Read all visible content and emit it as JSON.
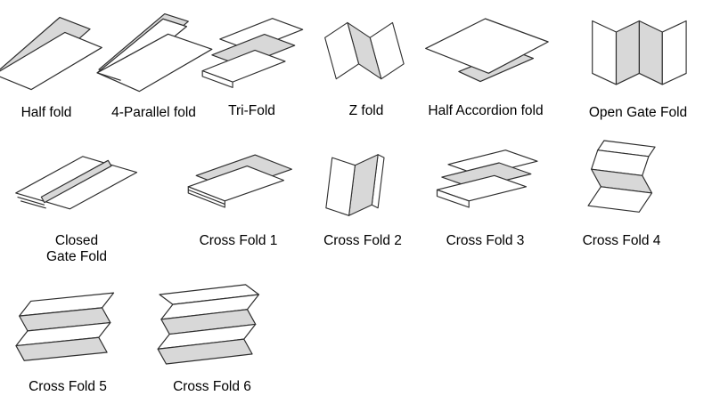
{
  "page": {
    "background": "#ffffff",
    "text_color": "#000000",
    "paper_fill": "#ffffff",
    "shade_fill": "#d8d8d8",
    "line_color": "#2f2f2f"
  },
  "diagram": {
    "rows": [
      {
        "items": [
          {
            "label": "Half fold",
            "icon": "half-fold-icon"
          },
          {
            "label": "4-Parallel fold",
            "icon": "four-parallel-fold-icon"
          },
          {
            "label": "Tri-Fold",
            "icon": "tri-fold-icon"
          },
          {
            "label": "Z fold",
            "icon": "z-fold-icon"
          },
          {
            "label": "Half Accordion fold",
            "icon": "half-accordion-fold-icon"
          },
          {
            "label": "Open Gate Fold",
            "icon": "open-gate-fold-icon"
          }
        ]
      },
      {
        "items": [
          {
            "label": "Closed\nGate Fold",
            "icon": "closed-gate-fold-icon"
          },
          {
            "label": "Cross Fold 1",
            "icon": "cross-fold-1-icon"
          },
          {
            "label": "Cross Fold 2",
            "icon": "cross-fold-2-icon"
          },
          {
            "label": "Cross Fold 3",
            "icon": "cross-fold-3-icon"
          },
          {
            "label": "Cross Fold 4",
            "icon": "cross-fold-4-icon"
          }
        ]
      },
      {
        "items": [
          {
            "label": "Cross Fold 5",
            "icon": "cross-fold-5-icon"
          },
          {
            "label": "Cross Fold 6",
            "icon": "cross-fold-6-icon"
          }
        ]
      }
    ]
  }
}
